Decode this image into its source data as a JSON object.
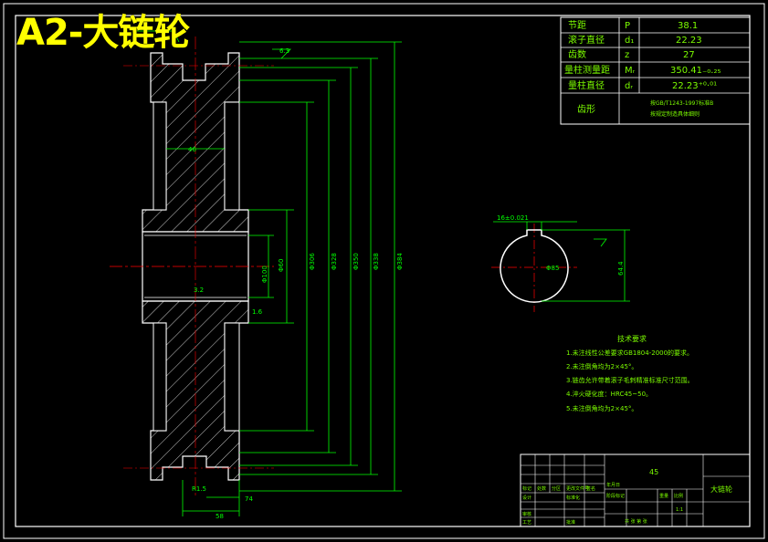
{
  "drawing": {
    "sheet_title": "A2-大链轮",
    "part_name": "大链轮",
    "material": "45",
    "ratio": "1:1"
  },
  "param_table": {
    "rows": [
      {
        "name": "节距",
        "sym": "P",
        "val": "38.1"
      },
      {
        "name": "滚子直径",
        "sym": "d₁",
        "val": "22.23"
      },
      {
        "name": "齿数",
        "sym": "z",
        "val": "27"
      },
      {
        "name": "量柱测量距",
        "sym": "Mᵣ",
        "val": "350.41₋₀.₂₅"
      },
      {
        "name": "量柱直径",
        "sym": "dᵣ",
        "val": "22.23⁺⁰·⁰¹"
      }
    ],
    "tooth_label": "齿形",
    "tooth_note_1": "按GB/T1243-1997标准B",
    "tooth_note_2": "按规定制造具体细则"
  },
  "tech": {
    "heading": "技术要求",
    "items": [
      "1.未注线性公差要求GB1804-2000的要求。",
      "2.未注倒角均为2×45°。",
      "3.链齿允许带着滚子毛刺精准标准尺寸范围。",
      "4.淬火硬化度：HRC45~50。",
      "5.未注倒角均为2×45°。"
    ]
  },
  "dims": {
    "d1": "Φ384",
    "d2": "Φ338",
    "d3": "Φ350",
    "d4": "Φ328",
    "d5": "Φ306",
    "d6": "Φ60",
    "d7": "Φ100",
    "bore": "Φ85",
    "keyway_width": "16±0.021",
    "keyway_depth": "64.4",
    "w1": "46",
    "w2": "58",
    "w3": "74",
    "s1": "3.2",
    "s2": "6.3",
    "s3": "1.6",
    "cham": "R1.5"
  },
  "titleblock": {
    "row_labels": [
      "标记",
      "处数",
      "分区",
      "更改文件号",
      "签名",
      "年月日"
    ],
    "roles": [
      "设计",
      "审核",
      "工艺"
    ],
    "std_label": "标准化",
    "approve_label": "批准",
    "stage_label": "阶段标记",
    "weight_label": "重量",
    "scale_label": "比例",
    "sheets_label": "共 张 第 张"
  },
  "colors": {
    "background": "#000000",
    "frame": "#FFFFFF",
    "dimension": "#00FF00",
    "hatch": "#FFFFFF",
    "center": "#FF0000",
    "title": "#FFFF00"
  }
}
